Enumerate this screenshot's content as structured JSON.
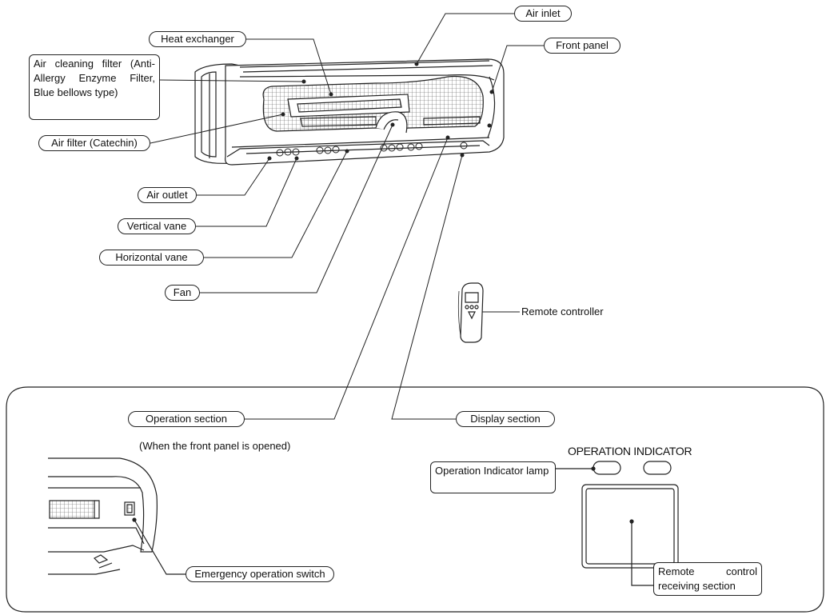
{
  "labels": {
    "air_inlet": "Air inlet",
    "heat_exchanger": "Heat exchanger",
    "front_panel": "Front panel",
    "air_cleaning_filter": "Air cleaning filter (Anti-Allergy Enzyme Filter, Blue bellows type)",
    "air_filter": "Air filter (Catechin)",
    "air_outlet": "Air outlet",
    "vertical_vane": "Vertical vane",
    "horizontal_vane": "Horizontal vane",
    "fan": "Fan",
    "remote_controller": "Remote controller",
    "operation_section": "Operation section",
    "front_panel_opened_note": "(When the front panel is opened)",
    "display_section": "Display section",
    "operation_indicator_heading": "OPERATION INDICATOR",
    "operation_indicator_lamp": "Operation Indicator lamp",
    "remote_control_receiving_section": "Remote control receiving section",
    "emergency_operation_switch": "Emergency operation switch"
  }
}
